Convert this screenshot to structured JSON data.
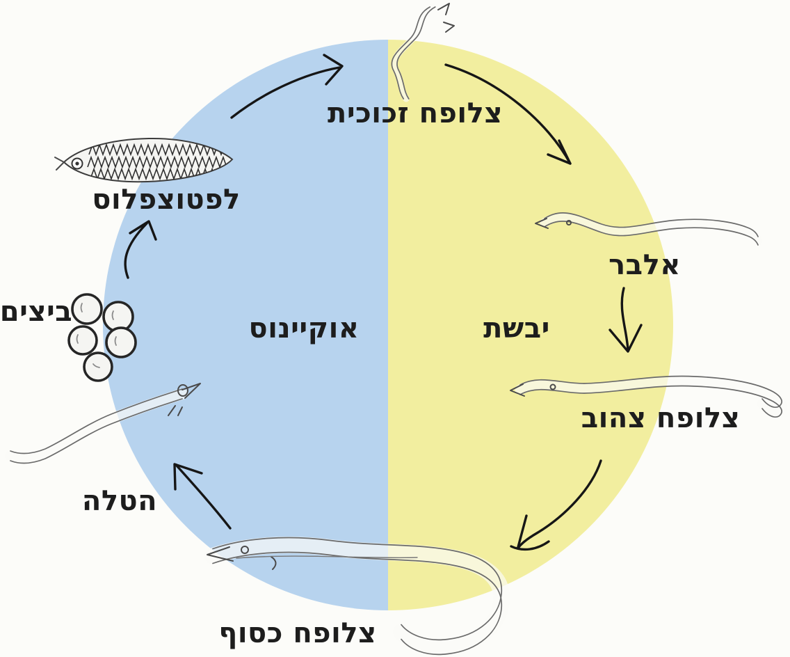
{
  "diagram": {
    "subject": "eel-life-cycle",
    "regions": {
      "ocean_label": "אוקיינוס",
      "land_label": "יבשת",
      "ocean_color": "#b7d3ee",
      "land_color": "#f2ee9f"
    },
    "stages": {
      "glass_eel": "צלופח זכוכית",
      "elver": "אלבר",
      "yellow_eel": "צלופח צהוב",
      "silver_eel": "צלופח כסוף",
      "spawning": "הטלה",
      "eggs": "ביצים",
      "leptocephalus": "לפטוצפלוס"
    },
    "colors": {
      "ink": "#161616",
      "text": "#1d1d1d",
      "background": "#fcfcf9"
    }
  }
}
